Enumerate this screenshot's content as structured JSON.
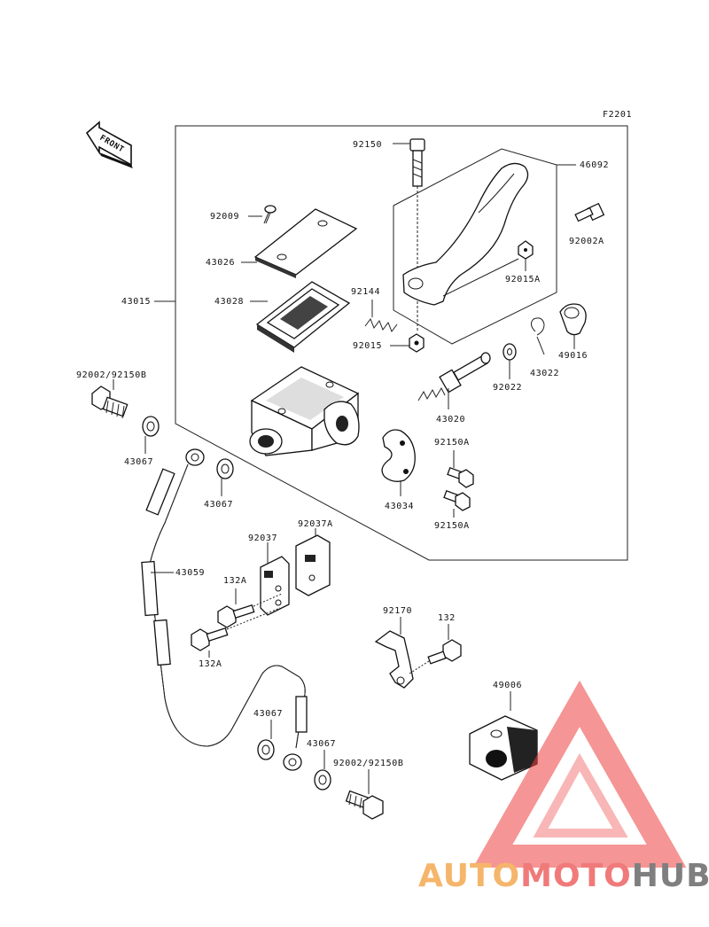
{
  "figure_id": "F2201",
  "front_label": "FRONT",
  "watermark": {
    "auto": "AUTO",
    "moto": "MOTO",
    "hub": "HUB",
    "color_auto": "#f5b56a",
    "color_moto": "#f07a7a",
    "color_hub": "#7f7f7f",
    "triangle_color": "#ee4040"
  },
  "labels": {
    "p92150": "92150",
    "p46092": "46092",
    "p92009": "92009",
    "p92002A": "92002A",
    "p43026": "43026",
    "p92015A": "92015A",
    "p43028": "43028",
    "p92144": "92144",
    "p43015": "43015",
    "p92015": "92015",
    "p49016": "49016",
    "p43022": "43022",
    "p92022": "92022",
    "p92002_92150B_top": "92002/92150B",
    "p43020": "43020",
    "p92150A_1": "92150A",
    "p43067_1": "43067",
    "p43067_2": "43067",
    "p43034": "43034",
    "p92150A_2": "92150A",
    "p92037A": "92037A",
    "p92037": "92037",
    "p43059": "43059",
    "p132A_1": "132A",
    "p132A_2": "132A",
    "p92170": "92170",
    "p132": "132",
    "p49006": "49006",
    "p43067_3": "43067",
    "p43067_4": "43067",
    "p92002_92150B_bot": "92002/92150B"
  }
}
